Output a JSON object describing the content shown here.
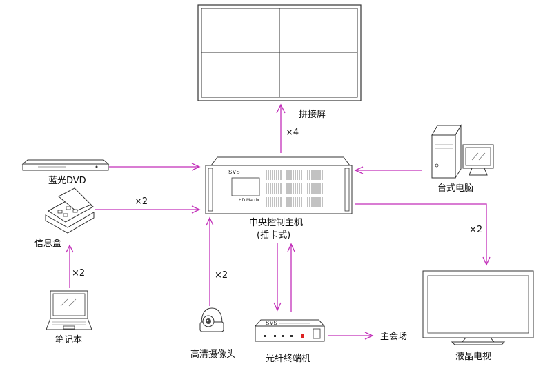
{
  "devices": {
    "video_wall": "拼接屏",
    "bluray_dvd": "蓝光DVD",
    "info_box": "信息盒",
    "laptop": "笔记本",
    "hd_camera": "高清摄像头",
    "fiber_terminal": "光纤终端机",
    "lcd_tv": "液晶电视",
    "desktop_pc": "台式电脑",
    "central_host_line1": "中央控制主机",
    "central_host_line2": "(插卡式)",
    "main_venue": "主会场"
  },
  "central_host_panel": {
    "brand": "SVS",
    "model": "HD Matrix"
  },
  "fiber_terminal_panel": {
    "brand": "SVS"
  },
  "multipliers": {
    "wall": "×4",
    "info_box": "×2",
    "laptop": "×2",
    "camera": "×2",
    "lcd_tv": "×2"
  },
  "colors": {
    "connector": "#c22fb9",
    "device_outline": "#333333"
  }
}
